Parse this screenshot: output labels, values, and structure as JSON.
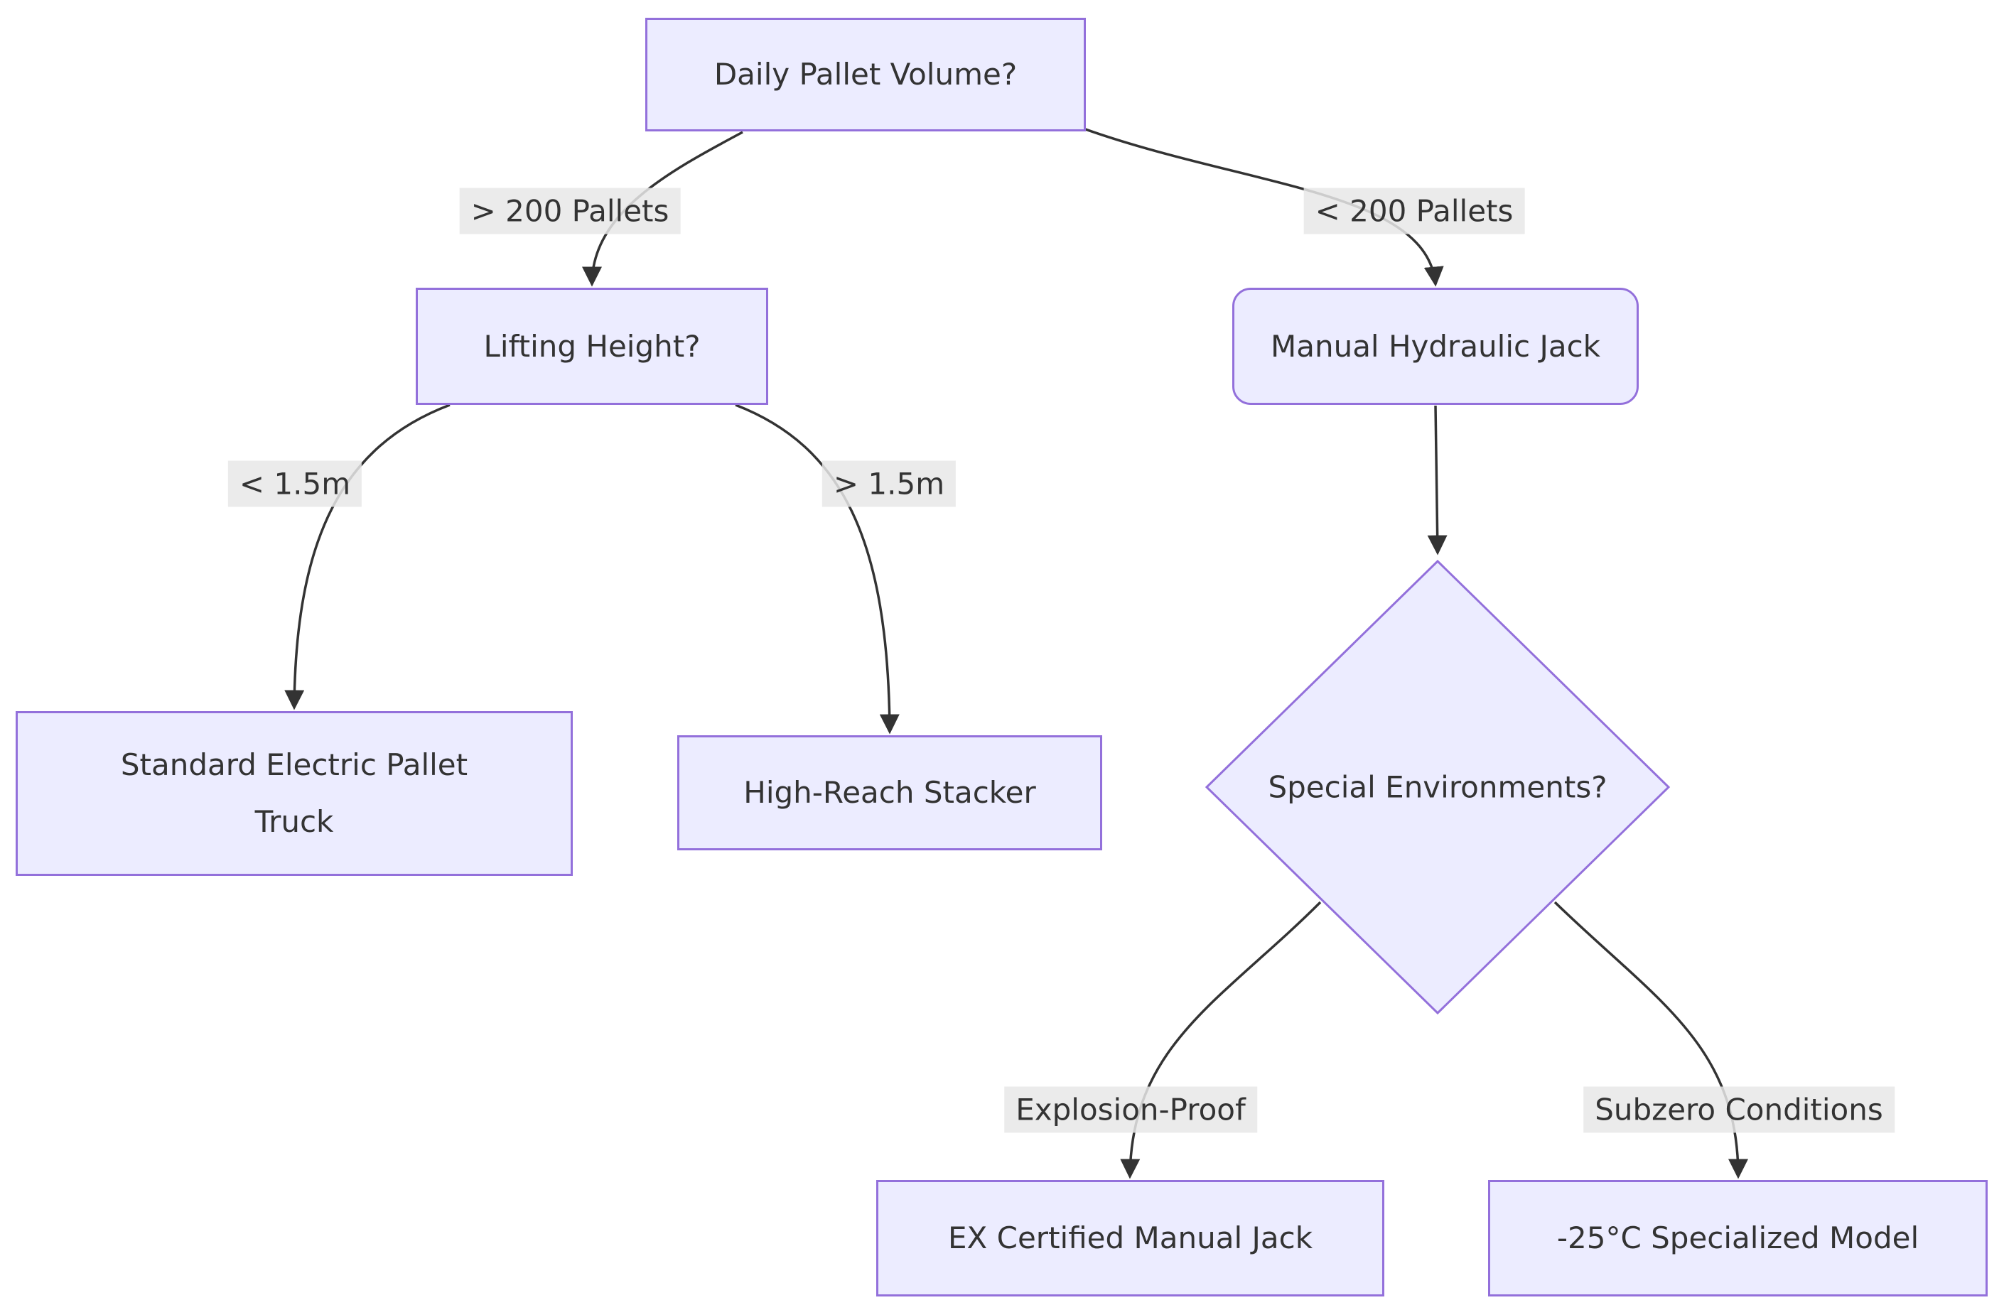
{
  "diagram": {
    "type": "flowchart",
    "colors": {
      "node_fill": "#ECECFF",
      "node_border": "#9370DB",
      "text": "#333333",
      "edge": "#333333",
      "edge_label_bg": "#e8e8e8",
      "background": "#ffffff"
    },
    "nodes": [
      {
        "id": "daily_volume",
        "label": "Daily Pallet Volume?",
        "shape": "rect"
      },
      {
        "id": "lifting_height",
        "label": "Lifting Height?",
        "shape": "rect"
      },
      {
        "id": "manual_jack",
        "label": "Manual Hydraulic Jack",
        "shape": "rounded-rect"
      },
      {
        "id": "std_electric",
        "label": "Standard Electric Pallet Truck",
        "shape": "rect"
      },
      {
        "id": "high_reach",
        "label": "High-Reach Stacker",
        "shape": "rect"
      },
      {
        "id": "special_env",
        "label": "Special Environments?",
        "shape": "diamond"
      },
      {
        "id": "ex_jack",
        "label": "EX Certified Manual Jack",
        "shape": "rect"
      },
      {
        "id": "subzero_model",
        "label": "-25°C Specialized Model",
        "shape": "rect"
      }
    ],
    "edges": [
      {
        "from": "daily_volume",
        "to": "lifting_height",
        "label": "> 200 Pallets"
      },
      {
        "from": "daily_volume",
        "to": "manual_jack",
        "label": "< 200 Pallets"
      },
      {
        "from": "lifting_height",
        "to": "std_electric",
        "label": "< 1.5m"
      },
      {
        "from": "lifting_height",
        "to": "high_reach",
        "label": "> 1.5m"
      },
      {
        "from": "manual_jack",
        "to": "special_env",
        "label": ""
      },
      {
        "from": "special_env",
        "to": "ex_jack",
        "label": "Explosion-Proof"
      },
      {
        "from": "special_env",
        "to": "subzero_model",
        "label": "Subzero Conditions"
      }
    ]
  }
}
